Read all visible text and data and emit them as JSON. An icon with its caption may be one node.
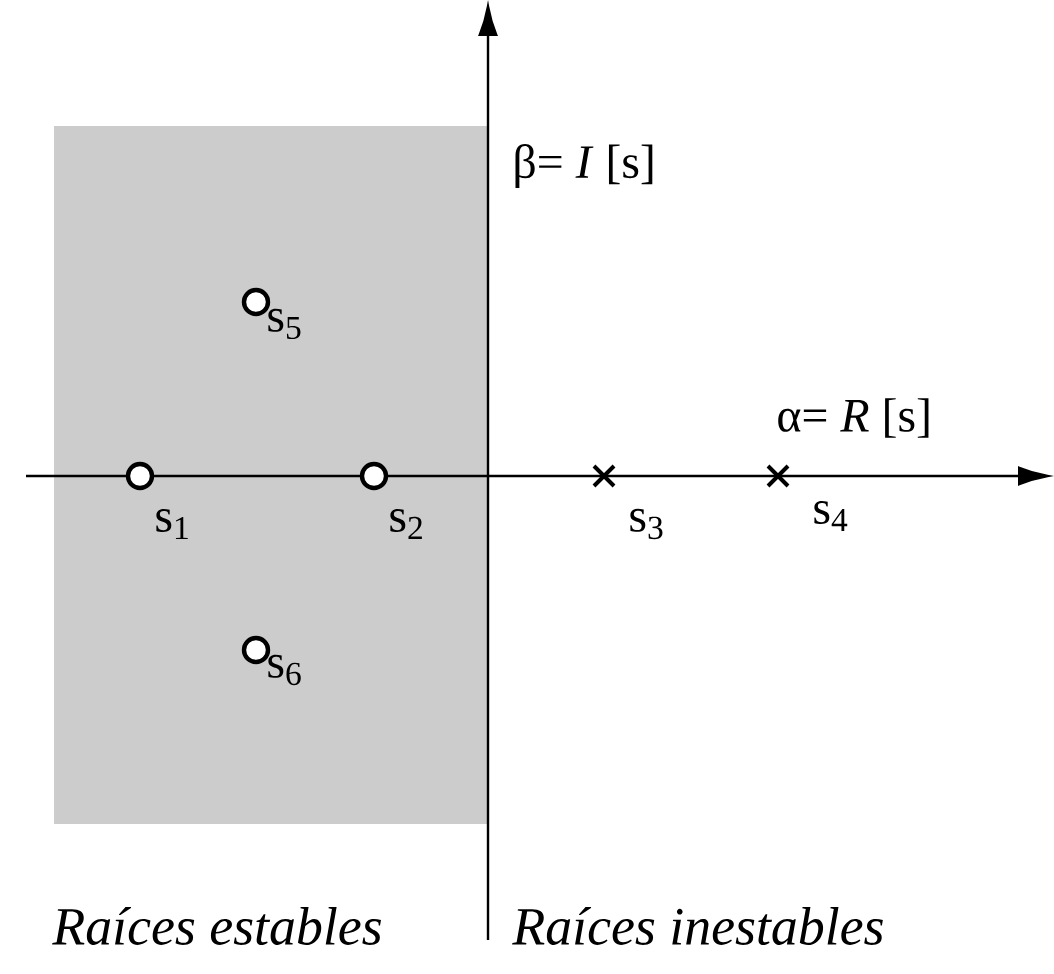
{
  "diagram": {
    "labels": [
      "β= *I* [s]",
      "s$_{5}$",
      "α= *R* [s]",
      "s$_{1}$",
      "s$_{2}$",
      "s$_{3}$",
      "s$_{4}$",
      "s$_{6}$",
      "Raíces estables",
      "Raíces inestables"
    ]
  }
}
